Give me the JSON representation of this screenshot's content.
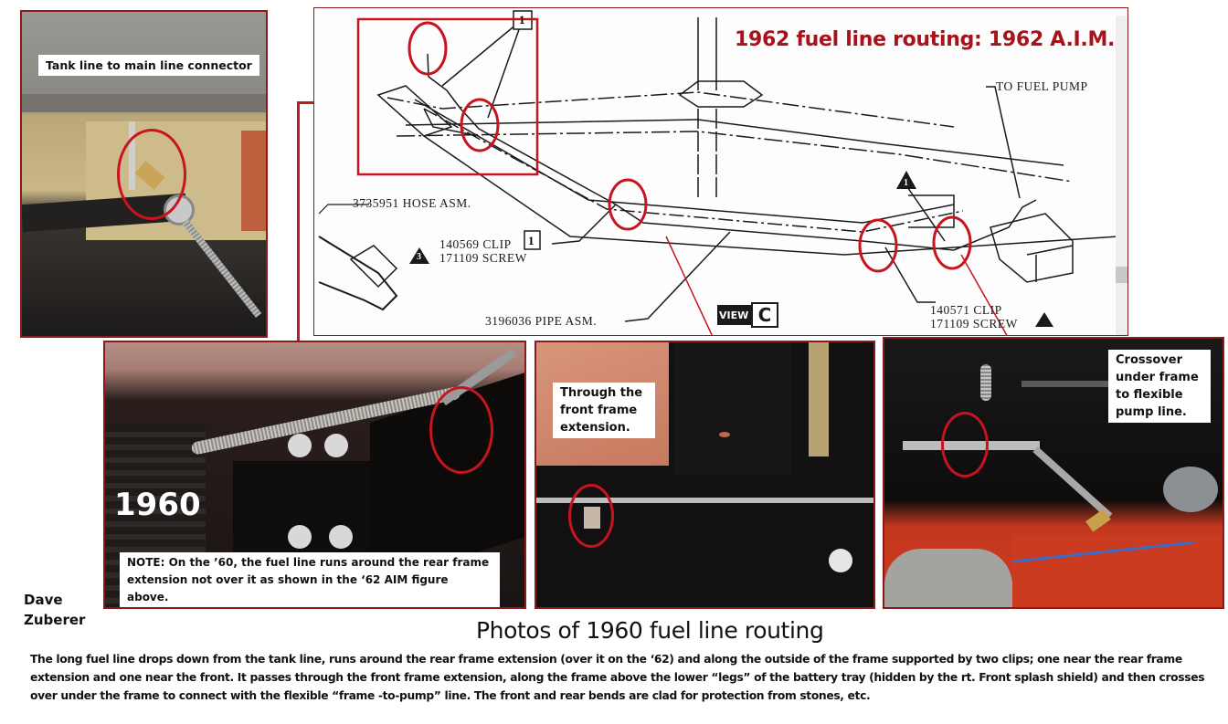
{
  "diagram": {
    "title": "1962 fuel line routing: 1962 A.I.M.",
    "labels": {
      "to_fuel_pump": "TO FUEL PUMP",
      "hose_asm": "3735951 HOSE ASM.",
      "clip_1": "140569 CLIP",
      "screw_1": "171109 SCREW",
      "pipe_asm": "3196036 PIPE ASM.",
      "clip_2": "140571 CLIP",
      "screw_2": "171109 SCREW",
      "view_label": "VIEW",
      "view_letter": "C",
      "callout_box": "1",
      "callout_box_2": "1",
      "triangle_1": "1",
      "triangle_3": "3"
    }
  },
  "photos": {
    "tank_connector": {
      "caption": "Tank line to main line connector"
    },
    "rear_extension": {
      "year": "1960",
      "note": "NOTE: On the ’60, the fuel line runs around the rear frame extension not over it as shown in the ‘62 AIM figure above."
    },
    "front_extension": {
      "caption": "Through the front frame extension."
    },
    "crossover": {
      "caption": "Crossover under frame to flexible pump line."
    }
  },
  "author": {
    "first": "Dave",
    "last": "Zuberer"
  },
  "caption_title": "Photos of 1960 fuel line routing",
  "description": "The long fuel line drops down from the tank line, runs around the rear frame extension (over it on the ‘62) and along the outside of the frame supported by two clips; one near the rear frame extension and one near the front.  It passes through the front frame extension, along  the frame above the lower “legs” of the battery tray (hidden by the rt. Front splash shield) and then crosses over under the frame to connect with the flexible “frame -to-pump” line.  The front and rear bends are clad for protection from stones, etc.",
  "colors": {
    "accent_red": "#c8141e",
    "border_dark_red": "#8b1a1a",
    "title_red": "#a8121a"
  }
}
